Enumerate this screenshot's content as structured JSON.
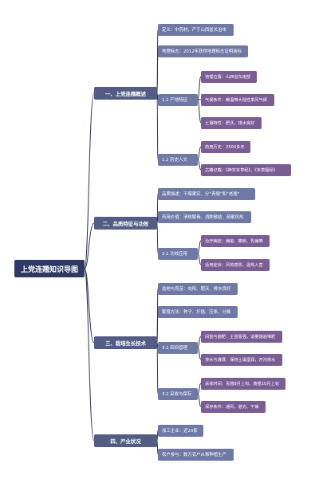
{
  "title": "上党连翘知识导图",
  "colors": {
    "root": "#2e3a63",
    "level1": "#535c85",
    "level2": "#6f79a6",
    "leaf": "#7a5d95",
    "line": "#2f3550"
  },
  "sections": [
    {
      "label": "一、上党连翘概述",
      "children": [
        {
          "label": "定义：中药材，产于山西省长治市",
          "children": []
        },
        {
          "label": "地理标志：2012年获得地理标志证明商标",
          "children": []
        },
        {
          "label": "1.1 产地特征",
          "children": [
            {
              "label": "地理位置：山西省东南部"
            },
            {
              "label": "气候条件：暖温带大陆性季风气候"
            },
            {
              "label": "土壤特性：肥沃、排水良好"
            }
          ]
        },
        {
          "label": "1.2 历史人文",
          "children": [
            {
              "label": "药用历史：2500多年"
            },
            {
              "label": "古籍记载：《神农本草经》、《本草图经》"
            }
          ]
        }
      ]
    },
    {
      "label": "二、品质特征与功效",
      "children": [
        {
          "label": "品质描述：干爆果实、分“青翘”和“老翘”",
          "children": []
        },
        {
          "label": "药用价值：清热解毒、消肿散结、疏散风热",
          "children": []
        },
        {
          "label": "2.1 功效应用",
          "children": [
            {
              "label": "治疗病症：痈疽、瘰疬、乳痈等"
            },
            {
              "label": "适用症状：风热感冒、温热入营"
            }
          ]
        }
      ]
    },
    {
      "label": "三、栽培生长技术",
      "children": [
        {
          "label": "选地与育苗：向阳、肥沃、排水良好",
          "children": []
        },
        {
          "label": "繁殖方法：种子、扦插、压条、分株",
          "children": []
        },
        {
          "label": "3.1 田间管理",
          "children": [
            {
              "label": "间苗与施肥：主苗留强，适量施遍堆肥"
            },
            {
              "label": "排水与灌溉：保持土壤湿润，开沟排水"
            }
          ]
        },
        {
          "label": "3.2 采收与保存",
          "children": [
            {
              "label": "采收时间：青翘8月上旬、黄翘10月上旬"
            },
            {
              "label": "保存条件：通风、避光、干燥"
            }
          ]
        }
      ]
    },
    {
      "label": "四、产业状况",
      "children": [
        {
          "label": "加工企业：近20家",
          "children": []
        },
        {
          "label": "农户参与：数万农户从事种植生产",
          "children": []
        }
      ]
    }
  ]
}
